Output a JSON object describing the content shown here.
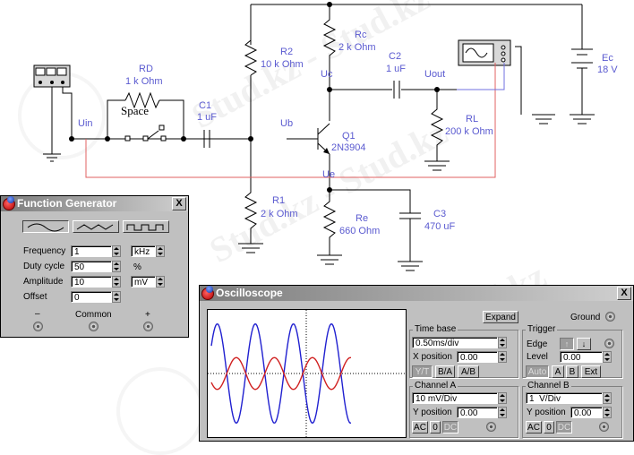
{
  "schematic": {
    "rd_name": "RD",
    "rd_value": "1 k Ohm",
    "switch_key": "Space",
    "c1_name": "C1",
    "c1_value": "1 uF",
    "uin": "Uin",
    "ub": "Ub",
    "uc": "Uc",
    "ue": "Ue",
    "uout": "Uout",
    "r2_name": "R2",
    "r2_value": "10 k Ohm",
    "rc_name": "Rc",
    "rc_value": "2 k Ohm",
    "c2_name": "C2",
    "c2_value": "1 uF",
    "q1_name": "Q1",
    "q1_value": "2N3904",
    "rl_name": "RL",
    "rl_value": "200 k Ohm",
    "ec_name": "Ec",
    "ec_value": "18 V",
    "r1_name": "R1",
    "r1_value": "2 k Ohm",
    "re_name": "Re",
    "re_value": "660 Ohm",
    "c3_name": "C3",
    "c3_value": "470 uF"
  },
  "watermark": "Stud.kz - Stud.kz",
  "function_generator": {
    "title": "Function Generator",
    "close": "X",
    "frequency_label": "Frequency",
    "frequency_value": "1",
    "frequency_unit": "kHz",
    "duty_label": "Duty cycle",
    "duty_value": "50",
    "duty_unit": "%",
    "amplitude_label": "Amplitude",
    "amplitude_value": "10",
    "amplitude_unit": "mV",
    "offset_label": "Offset",
    "offset_value": "0",
    "minus": "–",
    "common": "Common",
    "plus": "+"
  },
  "oscilloscope": {
    "title": "Oscilloscope",
    "close": "X",
    "expand": "Expand",
    "ground": "Ground",
    "timebase_label": "Time base",
    "timebase_value": "0.50ms/div",
    "xpos_label": "X position",
    "xpos_value": "0.00",
    "yt": "Y/T",
    "ba": "B/A",
    "ab": "A/B",
    "trigger_label": "Trigger",
    "edge_label": "Edge",
    "level_label": "Level",
    "level_value": "0.00",
    "auto": "Auto",
    "trig_a": "A",
    "trig_b": "B",
    "trig_ext": "Ext",
    "cha_label": "Channel A",
    "cha_value": "10 mV/Div",
    "cha_ypos_label": "Y position",
    "cha_ypos_value": "0.00",
    "chb_label": "Channel B",
    "chb_value": "1  V/Div",
    "chb_ypos_label": "Y position",
    "chb_ypos_value": "0.00",
    "ac": "AC",
    "zero": "0",
    "dc": "DC",
    "colors": {
      "channel_a": "#d02020",
      "channel_b": "#2020d0"
    },
    "traces": {
      "channel_a": {
        "cycles_per_screen": 5.2,
        "amplitude_fraction_of_half_screen": 0.25
      },
      "channel_b": {
        "cycles_per_screen": 5.2,
        "amplitude_fraction_of_half_screen": 0.78
      }
    }
  }
}
